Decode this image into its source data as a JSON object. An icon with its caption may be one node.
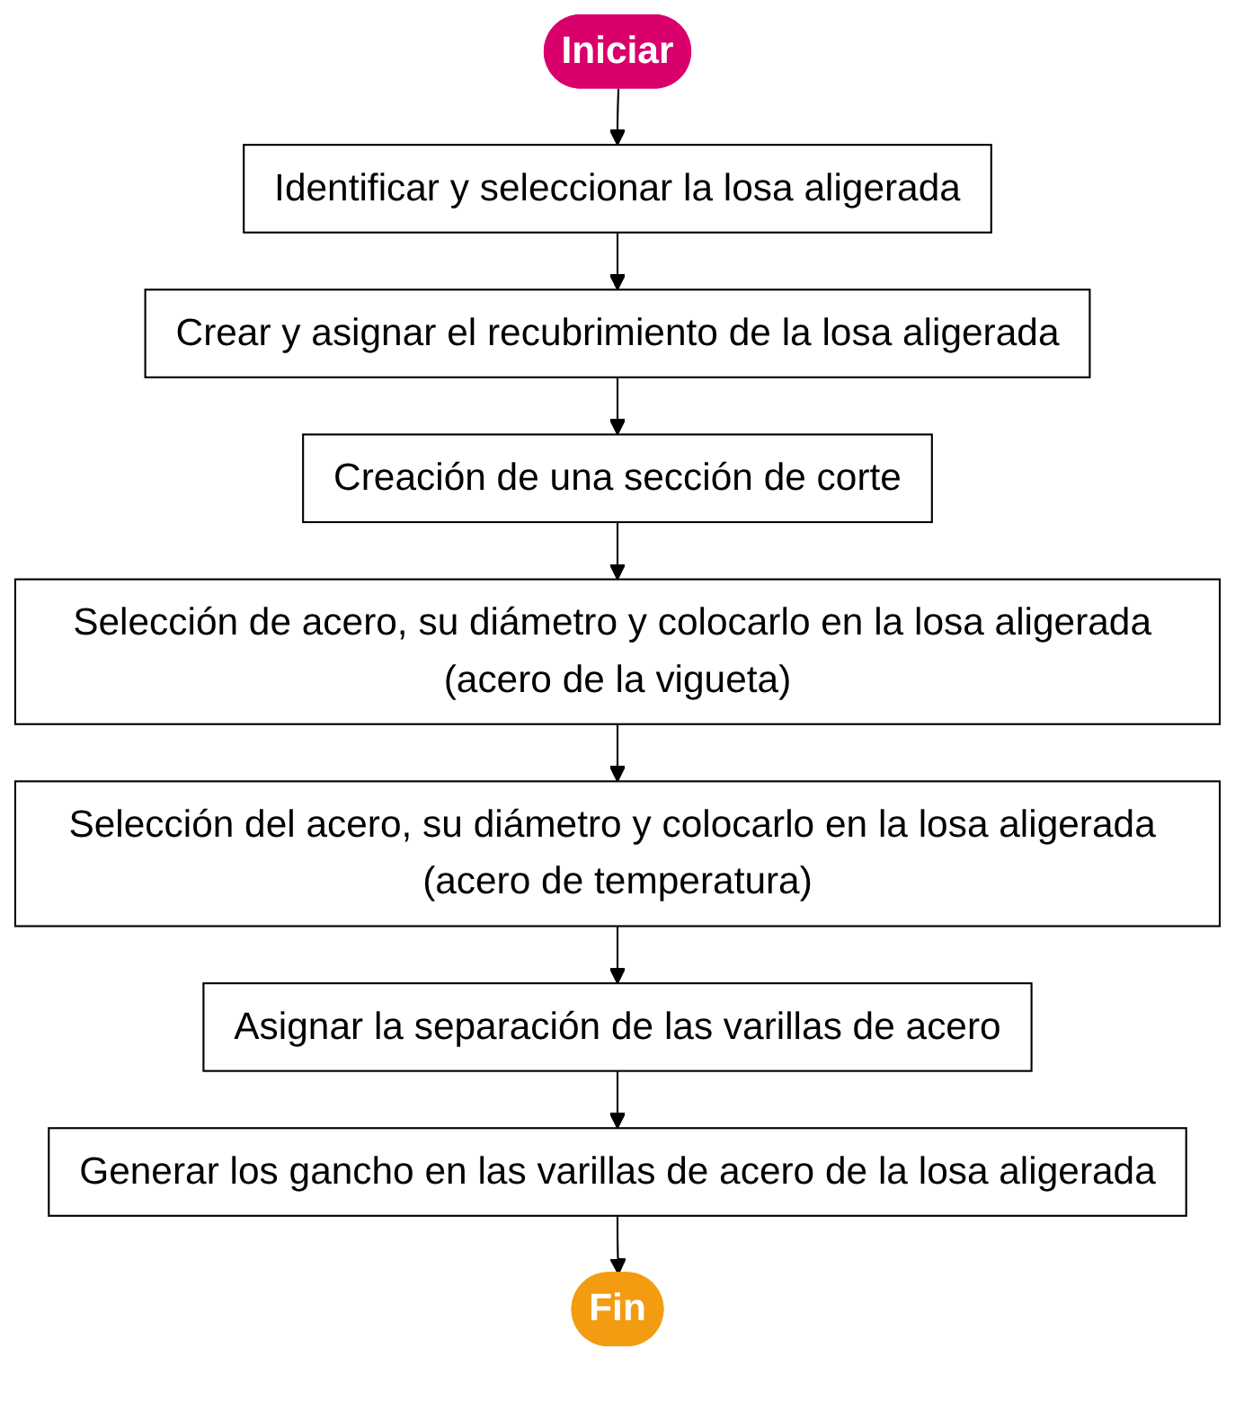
{
  "diagram": {
    "nodes": [
      {
        "text": [
          "Iniciar"
        ]
      },
      {
        "text": [
          "Identificar y seleccionar la losa aligerada"
        ]
      },
      {
        "text": [
          "Crear y asignar el recubrimiento de la losa aligerada"
        ]
      },
      {
        "text": [
          "Creación de una sección de corte"
        ]
      },
      {
        "text": [
          "Selección de acero, su diámetro y colocarlo en la losa aligerada (acero de la vigueta)"
        ]
      },
      {
        "text": [
          "Selección del acero, su diámetro y colocarlo en la losa aligerada (acero de temperatura)"
        ]
      },
      {
        "text": [
          "Asignar la separación de las varillas de acero"
        ]
      },
      {
        "text": [
          "Generar los gancho en las varillas de acero de la losa aligerada"
        ]
      },
      {
        "text": [
          "Fin"
        ]
      }
    ],
    "edges": [
      {
        "from": 0,
        "to": 1,
        "arrow": "to"
      },
      {
        "from": 1,
        "to": 2,
        "arrow": "to"
      },
      {
        "from": 2,
        "to": 3,
        "arrow": "to"
      },
      {
        "from": 3,
        "to": 4,
        "arrow": "to"
      },
      {
        "from": 4,
        "to": 5,
        "arrow": "to"
      },
      {
        "from": 5,
        "to": 6,
        "arrow": "to"
      },
      {
        "from": 6,
        "to": 7,
        "arrow": "to"
      },
      {
        "from": 7,
        "to": 8,
        "arrow": "to"
      }
    ]
  }
}
